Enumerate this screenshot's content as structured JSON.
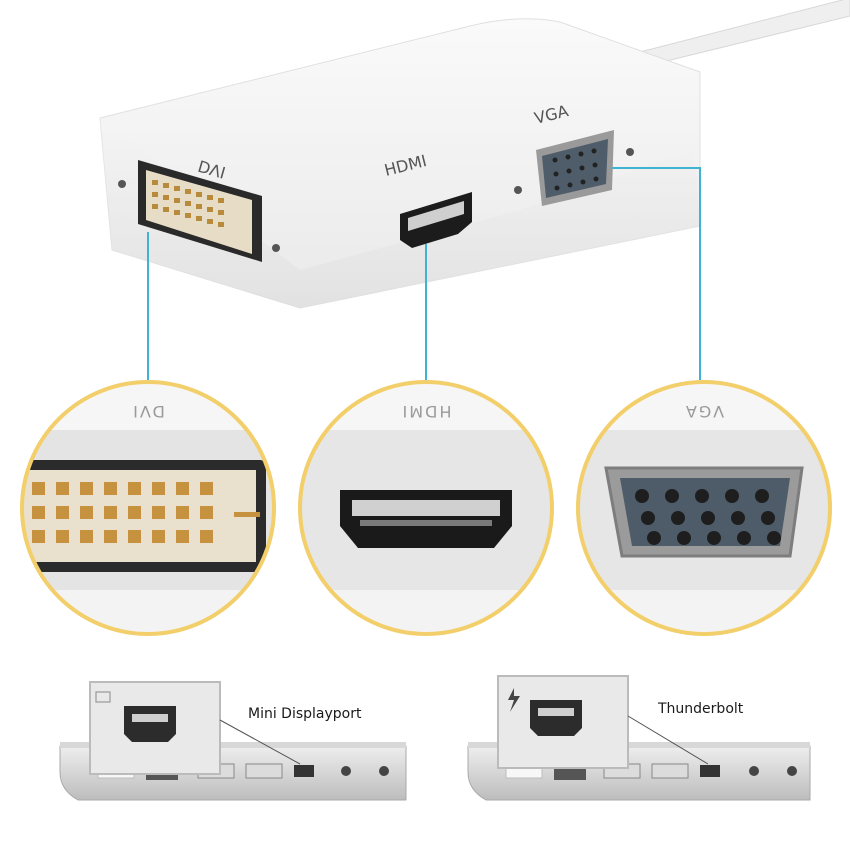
{
  "adapter": {
    "ports": {
      "dvi": "DVI",
      "hdmi": "HDMI",
      "vga": "VGA"
    }
  },
  "zoom": {
    "dvi": "DVI",
    "hdmi": "HDMI",
    "vga": "VGA"
  },
  "laptops": {
    "mini_displayport": "Mini Displayport",
    "thunderbolt": "Thunderbolt"
  },
  "colors": {
    "leader_line": "#3fb3d4",
    "ring": "#f3cf6b",
    "adapter_body": "#f4f4f4"
  }
}
